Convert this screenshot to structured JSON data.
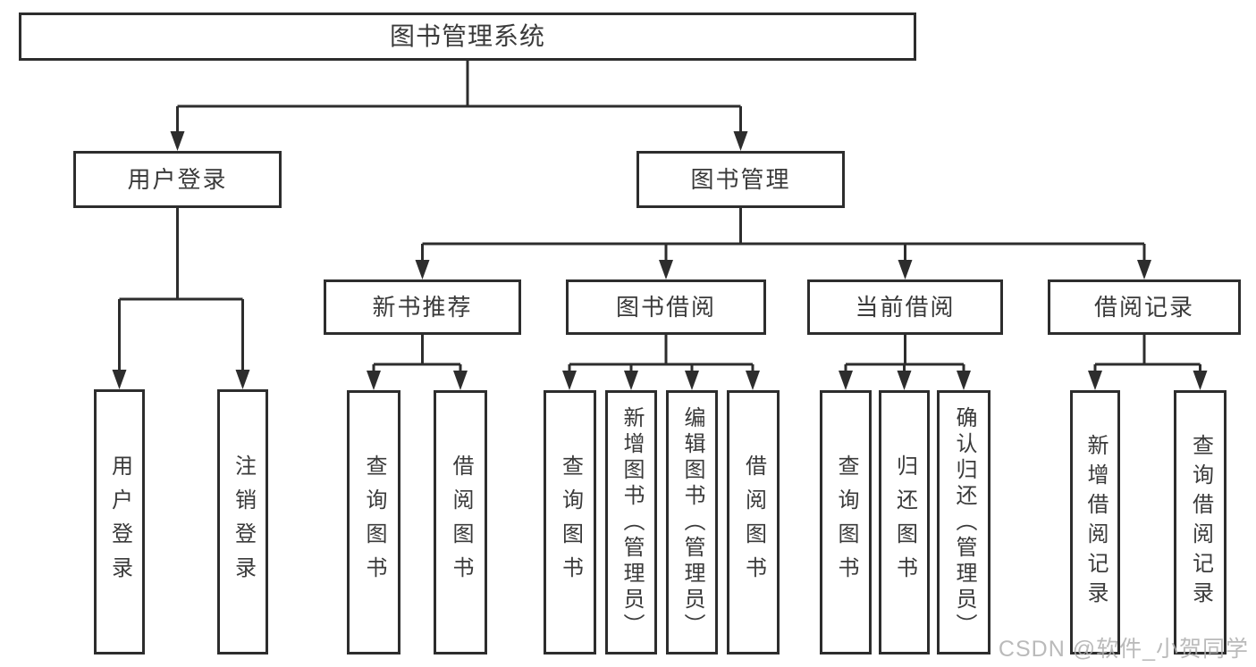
{
  "tree": {
    "root": {
      "label": "图书管理系统"
    },
    "children": [
      {
        "label": "用户登录",
        "children": [
          {
            "label": "用户登录"
          },
          {
            "label": "注销登录"
          }
        ]
      },
      {
        "label": "图书管理",
        "children": [
          {
            "label": "新书推荐",
            "children": [
              {
                "label": "查询图书"
              },
              {
                "label": "借阅图书"
              }
            ]
          },
          {
            "label": "图书借阅",
            "children": [
              {
                "label": "查询图书"
              },
              {
                "label": "新增图书（管理员）"
              },
              {
                "label": "编辑图书（管理员）"
              },
              {
                "label": "借阅图书"
              }
            ]
          },
          {
            "label": "当前借阅",
            "children": [
              {
                "label": "查询图书"
              },
              {
                "label": "归还图书"
              },
              {
                "label": "确认归还（管理员）"
              }
            ]
          },
          {
            "label": "借阅记录",
            "children": [
              {
                "label": "新增借阅记录"
              },
              {
                "label": "查询借阅记录"
              }
            ]
          }
        ]
      }
    ]
  },
  "watermark": {
    "text": "CSDN @软件_小贺同学"
  },
  "colors": {
    "line": "#2d2d2d",
    "text": "#3a3a3a",
    "watermark": "#aeaeae",
    "background": "#ffffff"
  }
}
